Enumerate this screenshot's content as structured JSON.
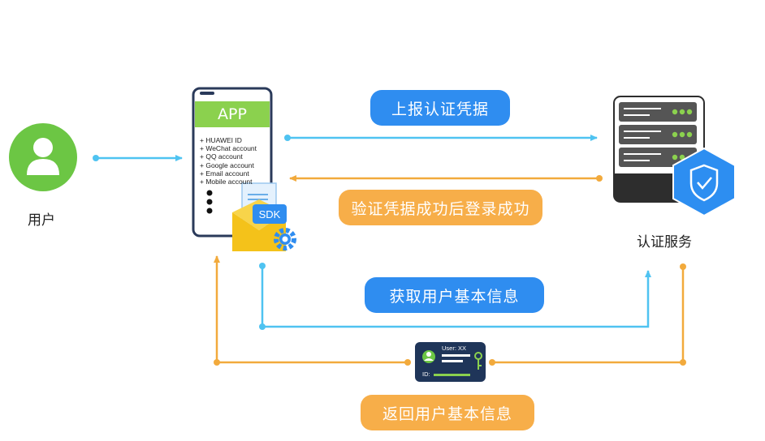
{
  "user": {
    "label": "用户"
  },
  "app": {
    "title": "APP",
    "accounts": [
      "HUAWEI ID",
      "WeChat account",
      "QQ account",
      "Google account",
      "Email account",
      "Mobile account"
    ],
    "sdk_label": "SDK"
  },
  "server": {
    "label": "认证服务"
  },
  "flows": {
    "report_credentials": "上报认证凭据",
    "verify_login": "验证凭据成功后登录成功",
    "get_user_info": "获取用户基本信息",
    "return_user_info": "返回用户基本信息"
  },
  "id_card": {
    "user_text": "User: XX",
    "id_text": "ID:"
  },
  "colors": {
    "blue_line": "#4fc3f1",
    "orange_line": "#f2aa3c",
    "pill_blue": "#2f8df0",
    "pill_orange": "#f7ae49",
    "app_green": "#8bd14e",
    "user_green": "#6cc644",
    "shield_blue": "#2d8ef1",
    "server_dark": "#2d2d2d"
  }
}
